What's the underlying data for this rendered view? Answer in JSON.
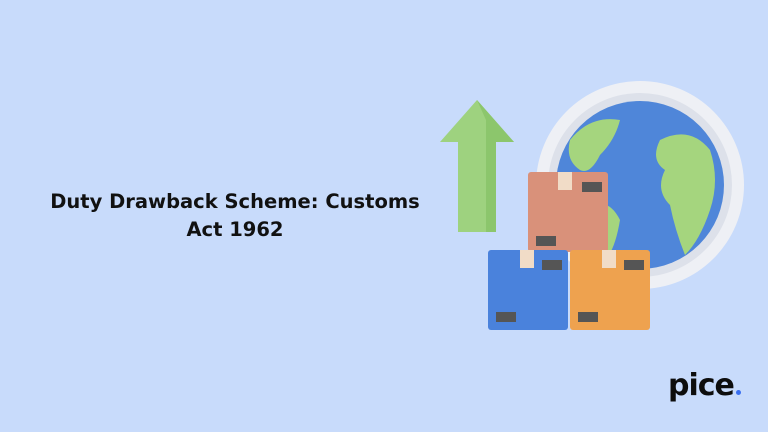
{
  "title": {
    "line1": "Duty Drawback Scheme: Customs",
    "line2": "Act 1962"
  },
  "logo": {
    "text": "pice",
    "dot_color": "#3a6ff0"
  },
  "colors": {
    "background": "#c8dbfb",
    "arrow": "#9ed27f",
    "globe_ocean": "#4f86d9",
    "globe_land": "#a5d57e",
    "box_top": "#d9917a",
    "box_blue": "#4a82dc",
    "box_orange": "#eea24f"
  },
  "illustration": {
    "icons": [
      "up-arrow-icon",
      "globe-icon",
      "cardboard-boxes-icon"
    ]
  }
}
